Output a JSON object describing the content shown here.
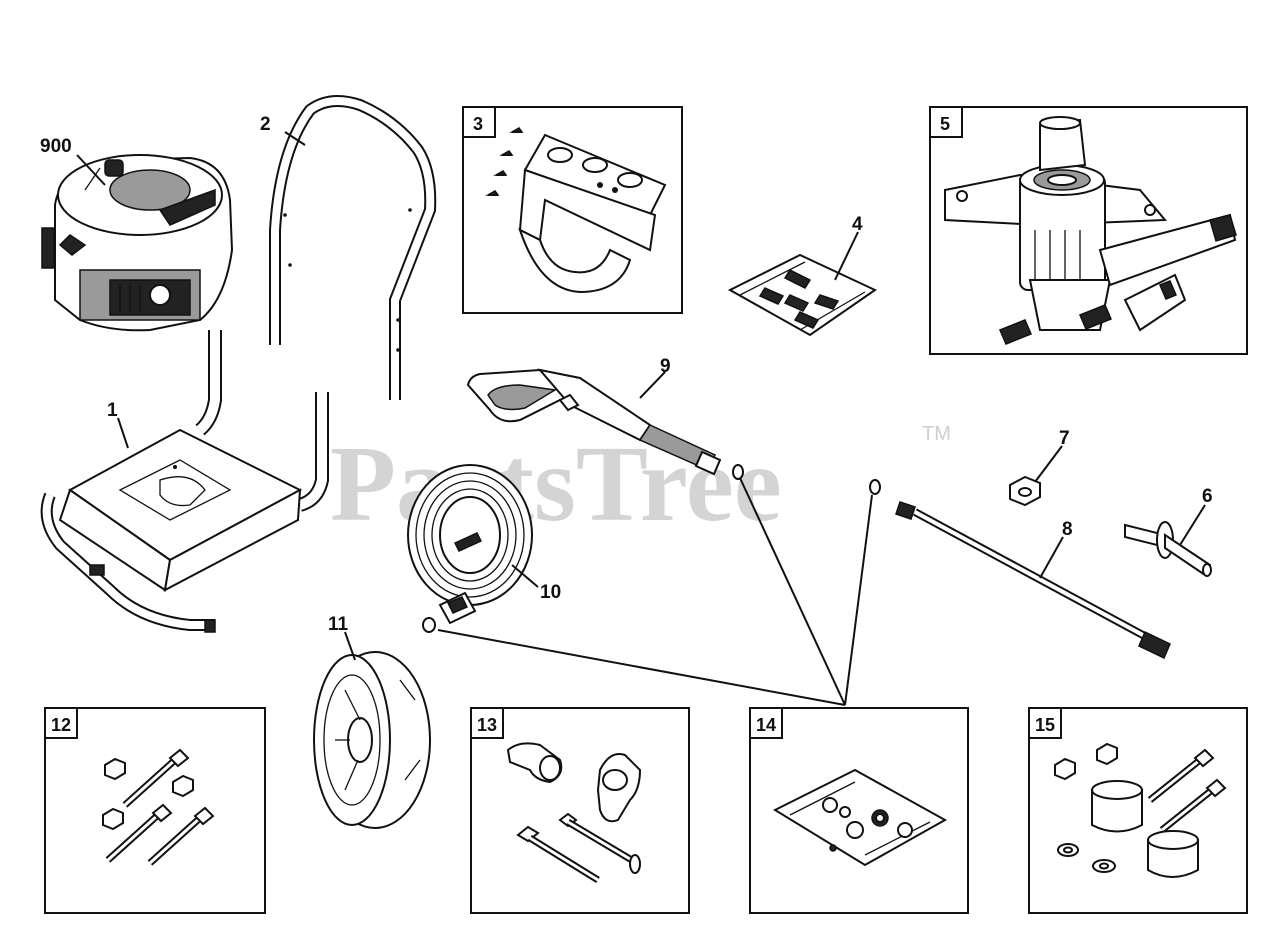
{
  "watermark": {
    "text": "PartsTree",
    "trademark": "TM"
  },
  "callouts": {
    "c900": "900",
    "c1": "1",
    "c2": "2",
    "c3": "3",
    "c4": "4",
    "c5": "5",
    "c6": "6",
    "c7": "7",
    "c8": "8",
    "c9": "9",
    "c10": "10",
    "c11": "11",
    "c12": "12",
    "c13": "13",
    "c14": "14",
    "c15": "15"
  },
  "parts": [
    {
      "ref": "900",
      "icon": "engine-icon"
    },
    {
      "ref": "1",
      "icon": "base-frame-icon"
    },
    {
      "ref": "2",
      "icon": "handle-icon"
    },
    {
      "ref": "3",
      "icon": "bracket-kit-icon"
    },
    {
      "ref": "4",
      "icon": "nozzle-kit-icon"
    },
    {
      "ref": "5",
      "icon": "pump-icon"
    },
    {
      "ref": "6",
      "icon": "axle-icon"
    },
    {
      "ref": "7",
      "icon": "nut-icon"
    },
    {
      "ref": "8",
      "icon": "wand-icon"
    },
    {
      "ref": "9",
      "icon": "spray-gun-icon"
    },
    {
      "ref": "10",
      "icon": "hose-icon"
    },
    {
      "ref": "11",
      "icon": "wheel-icon"
    },
    {
      "ref": "12",
      "icon": "bolt-kit-icon"
    },
    {
      "ref": "13",
      "icon": "knob-kit-icon"
    },
    {
      "ref": "14",
      "icon": "o-ring-kit-icon"
    },
    {
      "ref": "15",
      "icon": "foot-kit-icon"
    }
  ],
  "colors": {
    "line": "#111111",
    "watermark": "#d4d4d4"
  }
}
